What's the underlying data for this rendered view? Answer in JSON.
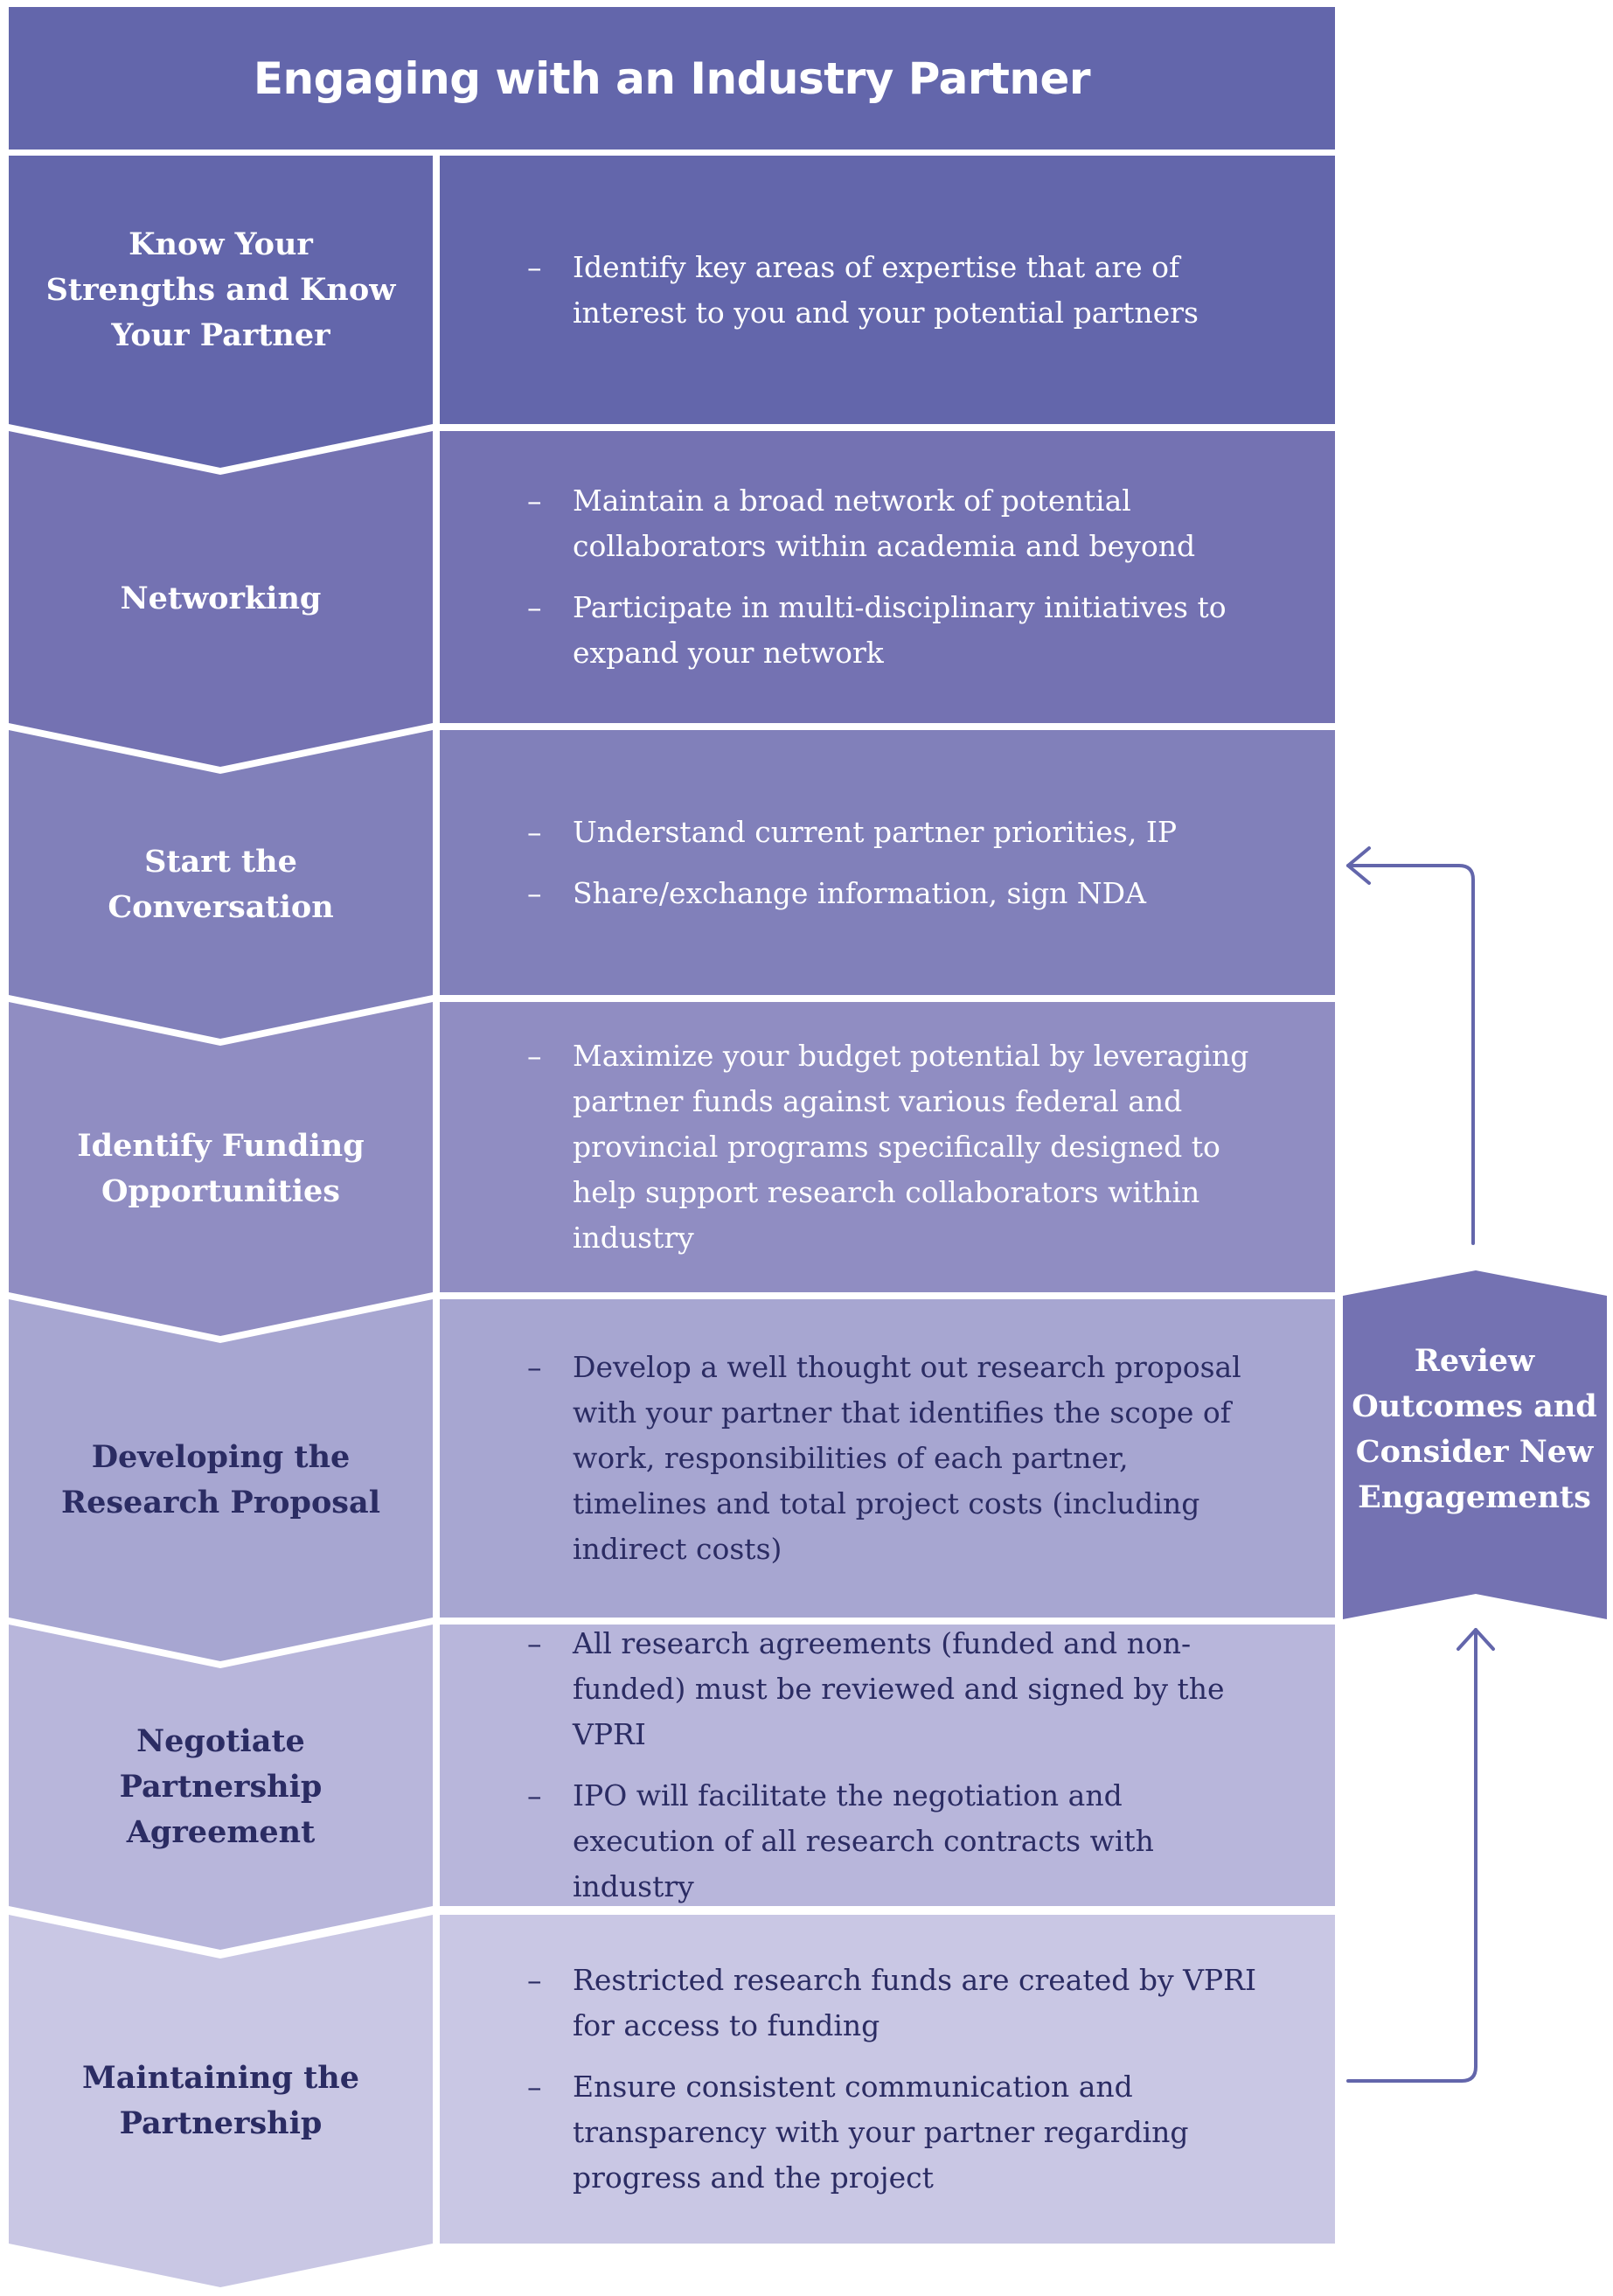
{
  "title": "Engaging with an Industry Partner",
  "steps": [
    {
      "label": "Know Your Strengths and Know Your Partner",
      "color": "#6366ab",
      "text_color": "#ffffff",
      "bullets": [
        "Identify key areas of expertise that are of interest to you and your potential partners"
      ]
    },
    {
      "label": "Networking",
      "color": "#7472b2",
      "text_color": "#ffffff",
      "bullets": [
        "Maintain a broad network of potential collaborators within academia and beyond",
        "Participate in multi-disciplinary initiatives to expand your network"
      ]
    },
    {
      "label": "Start the Conversation",
      "color": "#8180ba",
      "text_color": "#ffffff",
      "bullets": [
        "Understand current partner priorities, IP",
        "Share/exchange information, sign NDA"
      ]
    },
    {
      "label": "Identify Funding Opportunities",
      "color": "#908dc2",
      "text_color": "#ffffff",
      "bullets": [
        "Maximize your budget potential by leveraging partner funds against various federal and provincial programs specifically designed to help support research collaborators within industry"
      ]
    },
    {
      "label": "Developing the Research Proposal",
      "color": "#a7a6d1",
      "text_color": "#2b2c63",
      "bullets": [
        "Develop a well thought out research proposal with your partner that identifies the scope of work, responsibilities of each partner, timelines and total project costs (including indirect costs)"
      ]
    },
    {
      "label": "Negotiate Partnership Agreement",
      "color": "#b8b6db",
      "text_color": "#2b2c63",
      "bullets": [
        "All research agreements (funded and non-funded) must be reviewed and signed by the VPRI",
        "IPO will facilitate the negotiation and execution of all research contracts with industry"
      ]
    },
    {
      "label": "Maintaining the Partnership",
      "color": "#c9c7e4",
      "text_color": "#2b2c63",
      "bullets": [
        "Restricted research funds are created by VPRI for access to funding",
        "Ensure consistent communication and transparency with your partner regarding progress and the project"
      ]
    }
  ],
  "review": {
    "label": "Review Outcomes and Consider New Engagements",
    "color": "#7472b2"
  },
  "bullet_marker": "–",
  "arrow_color": "#6366ab"
}
